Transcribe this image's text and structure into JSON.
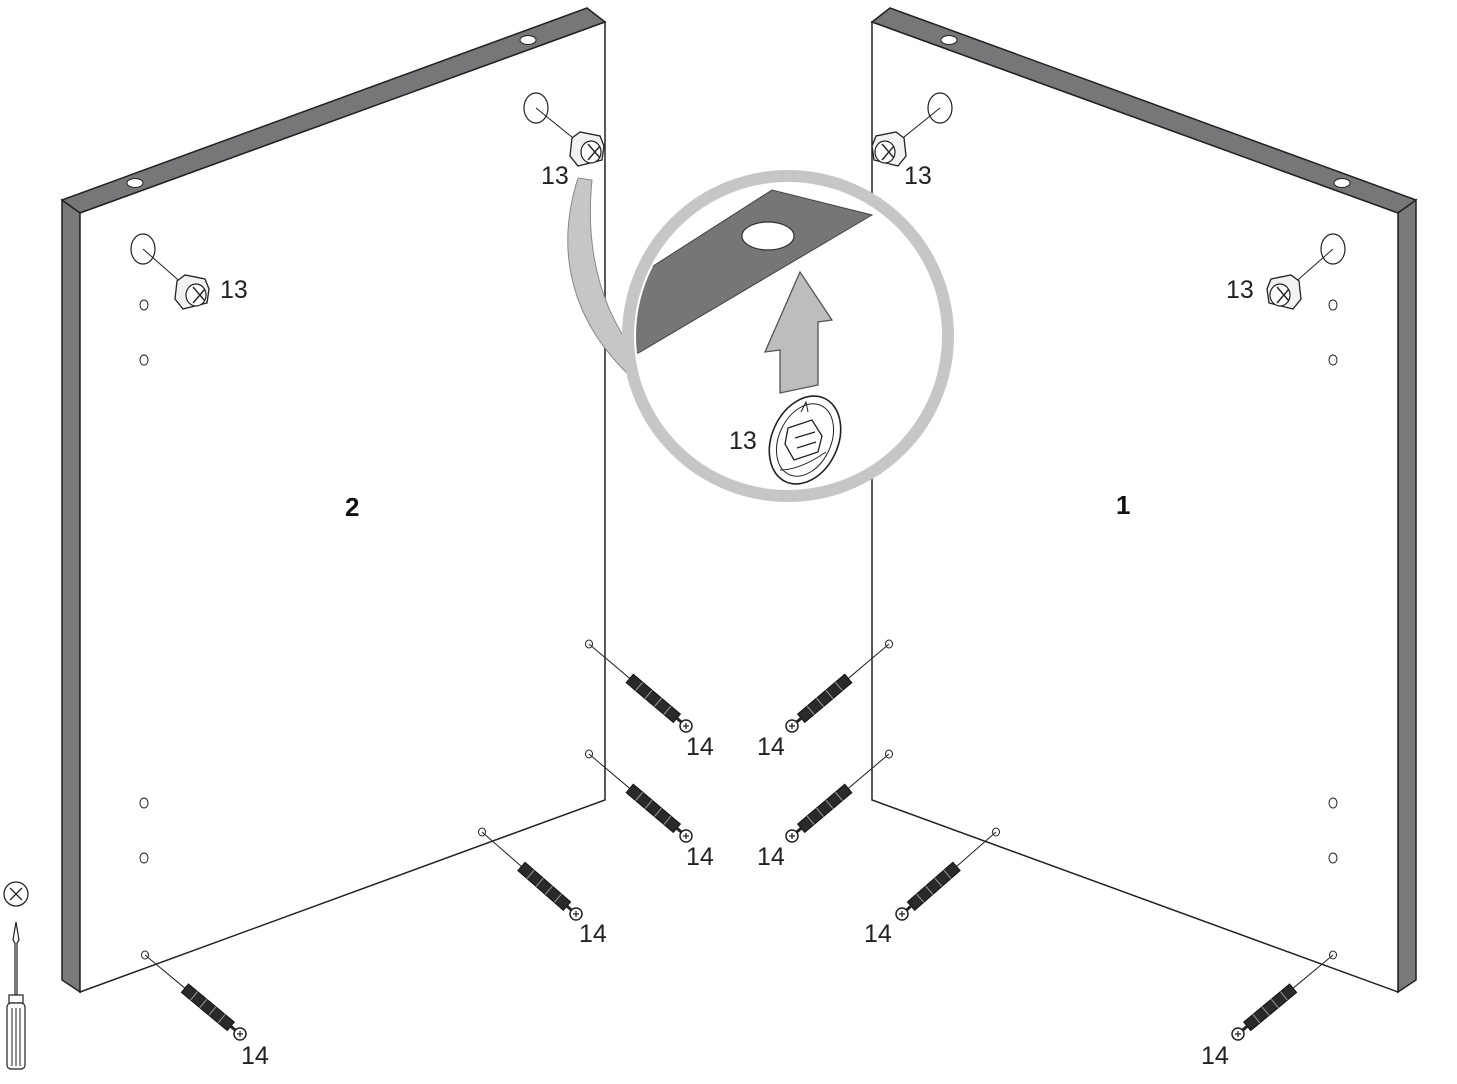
{
  "panels": [
    {
      "id": "panel-2",
      "label": "2"
    },
    {
      "id": "panel-1",
      "label": "1"
    }
  ],
  "parts": {
    "cam_lock": {
      "number": "13"
    },
    "dowel": {
      "number": "14"
    }
  },
  "tools": {
    "required": "screwdriver-icon",
    "not_required": "power-drill-crossed-icon"
  },
  "colors": {
    "panel_face": "#ffffff",
    "panel_edge": "#8a8a8c",
    "panel_edge_dark": "#555557",
    "detail_ring": "#c6c6c6",
    "detail_panel": "#767676",
    "arrow": "#bdbdbd",
    "line": "#222222"
  }
}
